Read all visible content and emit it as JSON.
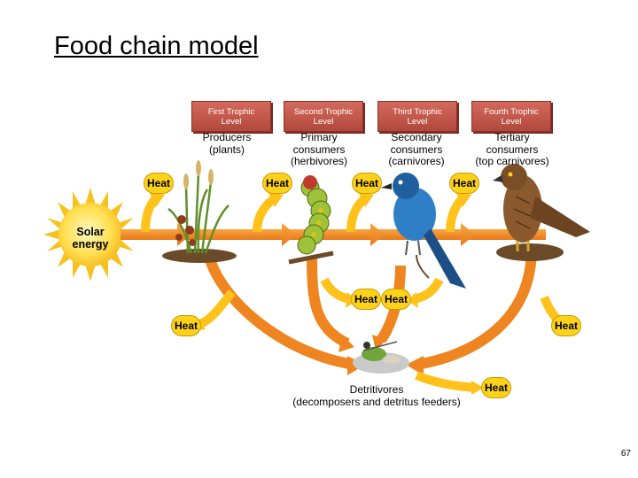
{
  "slide": {
    "title": "Food chain model",
    "page_number": "67"
  },
  "trophic_levels": [
    {
      "label_line1": "First Trophic",
      "label_line2": "Level",
      "org_line1": "Producers",
      "org_line2": "(plants)",
      "org_line3": ""
    },
    {
      "label_line1": "Second Trophic",
      "label_line2": "Level",
      "org_line1": "Primary",
      "org_line2": "consumers",
      "org_line3": "(herbivores)"
    },
    {
      "label_line1": "Third Trophic",
      "label_line2": "Level",
      "org_line1": "Secondary",
      "org_line2": "consumers",
      "org_line3": "(carnivores)"
    },
    {
      "label_line1": "Fourth Trophic",
      "label_line2": "Level",
      "org_line1": "Tertiary",
      "org_line2": "consumers",
      "org_line3": "(top carnivores)"
    }
  ],
  "sun": {
    "label_line1": "Solar",
    "label_line2": "energy"
  },
  "heat_label": "Heat",
  "detritivores": {
    "line1": "Detritivores",
    "line2": "(decomposers and detritus feeders)"
  },
  "colors": {
    "energy_arrow": "#f28a1e",
    "heat_arrow": "#ffc61a",
    "level_box": "#c25546",
    "sun": "#ffd21a"
  }
}
